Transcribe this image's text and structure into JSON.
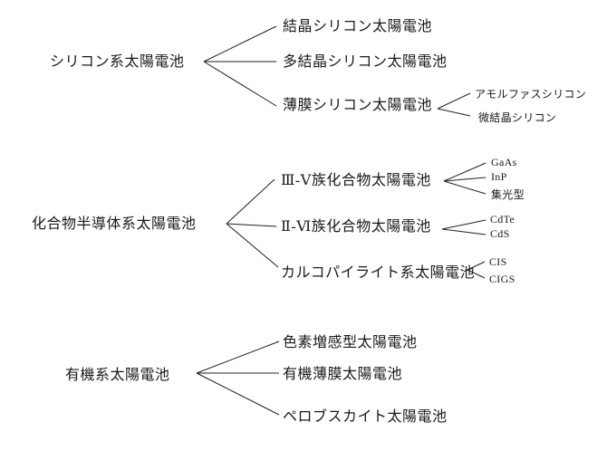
{
  "diagram": {
    "type": "tree",
    "orientation": "left-to-right",
    "colors": {
      "background": "#ffffff",
      "line": "#1f1f1f",
      "text": "#1a1a1a"
    },
    "groups": [
      {
        "label": "シリコン系太陽電池",
        "children": [
          {
            "label": "結晶シリコン太陽電池",
            "sub": []
          },
          {
            "label": "多結晶シリコン太陽電池",
            "sub": []
          },
          {
            "label": "薄膜シリコン太陽電池",
            "sub": [
              {
                "label": "アモルファスシリコン"
              },
              {
                "label": "微結晶シリコン"
              }
            ]
          }
        ]
      },
      {
        "label": "化合物半導体系太陽電池",
        "children": [
          {
            "label": "Ⅲ-Ⅴ族化合物太陽電池",
            "sub": [
              {
                "label": "GaAs"
              },
              {
                "label": "InP"
              },
              {
                "label": "集光型"
              }
            ]
          },
          {
            "label": "Ⅱ-Ⅵ族化合物太陽電池",
            "sub": [
              {
                "label": "CdTe"
              },
              {
                "label": "CdS"
              }
            ]
          },
          {
            "label": "カルコパイライト系太陽電池",
            "sub": [
              {
                "label": "CIS"
              },
              {
                "label": "CIGS"
              }
            ]
          }
        ]
      },
      {
        "label": "有機系太陽電池",
        "children": [
          {
            "label": "色素増感型太陽電池",
            "sub": []
          },
          {
            "label": "有機薄膜太陽電池",
            "sub": []
          },
          {
            "label": "ペロブスカイト太陽電池",
            "sub": []
          }
        ]
      }
    ]
  }
}
